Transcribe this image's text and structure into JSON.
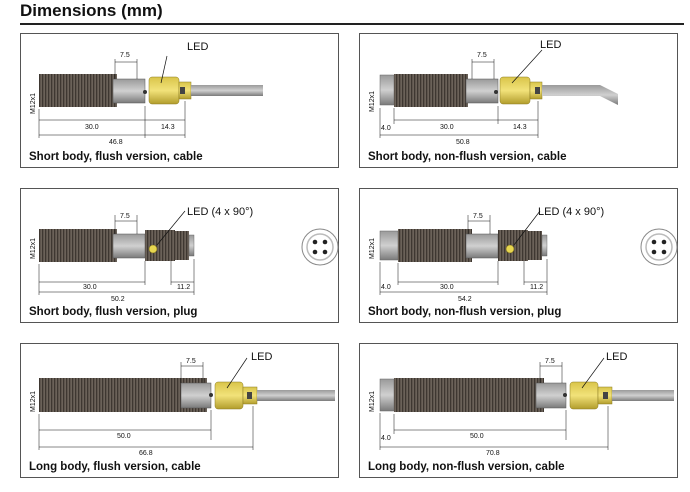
{
  "title": "Dimensions (mm)",
  "thread_label": "M12x1",
  "panels": [
    {
      "caption": "Short body, flush version, cable",
      "led": "LED",
      "dims": {
        "top": "7.5",
        "a": "30.0",
        "b": "14.3",
        "total": "46.8"
      }
    },
    {
      "caption": "Short body, non-flush version, cable",
      "led": "LED",
      "dims": {
        "top": "7.5",
        "offset": "4.0",
        "a": "30.0",
        "b": "14.3",
        "total": "50.8"
      }
    },
    {
      "caption": "Short body, flush version, plug",
      "led": "LED (4 x 90°)",
      "dims": {
        "top": "7.5",
        "a": "30.0",
        "b": "11.2",
        "total": "50.2"
      }
    },
    {
      "caption": "Short body, non-flush version, plug",
      "led": "LED (4 x 90°)",
      "dims": {
        "top": "7.5",
        "offset": "4.0",
        "a": "30.0",
        "b": "11.2",
        "total": "54.2"
      }
    },
    {
      "caption": "Long body, flush version, cable",
      "led": "LED",
      "dims": {
        "top": "7.5",
        "a": "50.0",
        "total": "66.8"
      }
    },
    {
      "caption": "Long body, non-flush version, cable",
      "led": "LED",
      "dims": {
        "top": "7.5",
        "offset": "4.0",
        "a": "50.0",
        "total": "70.8"
      }
    }
  ]
}
